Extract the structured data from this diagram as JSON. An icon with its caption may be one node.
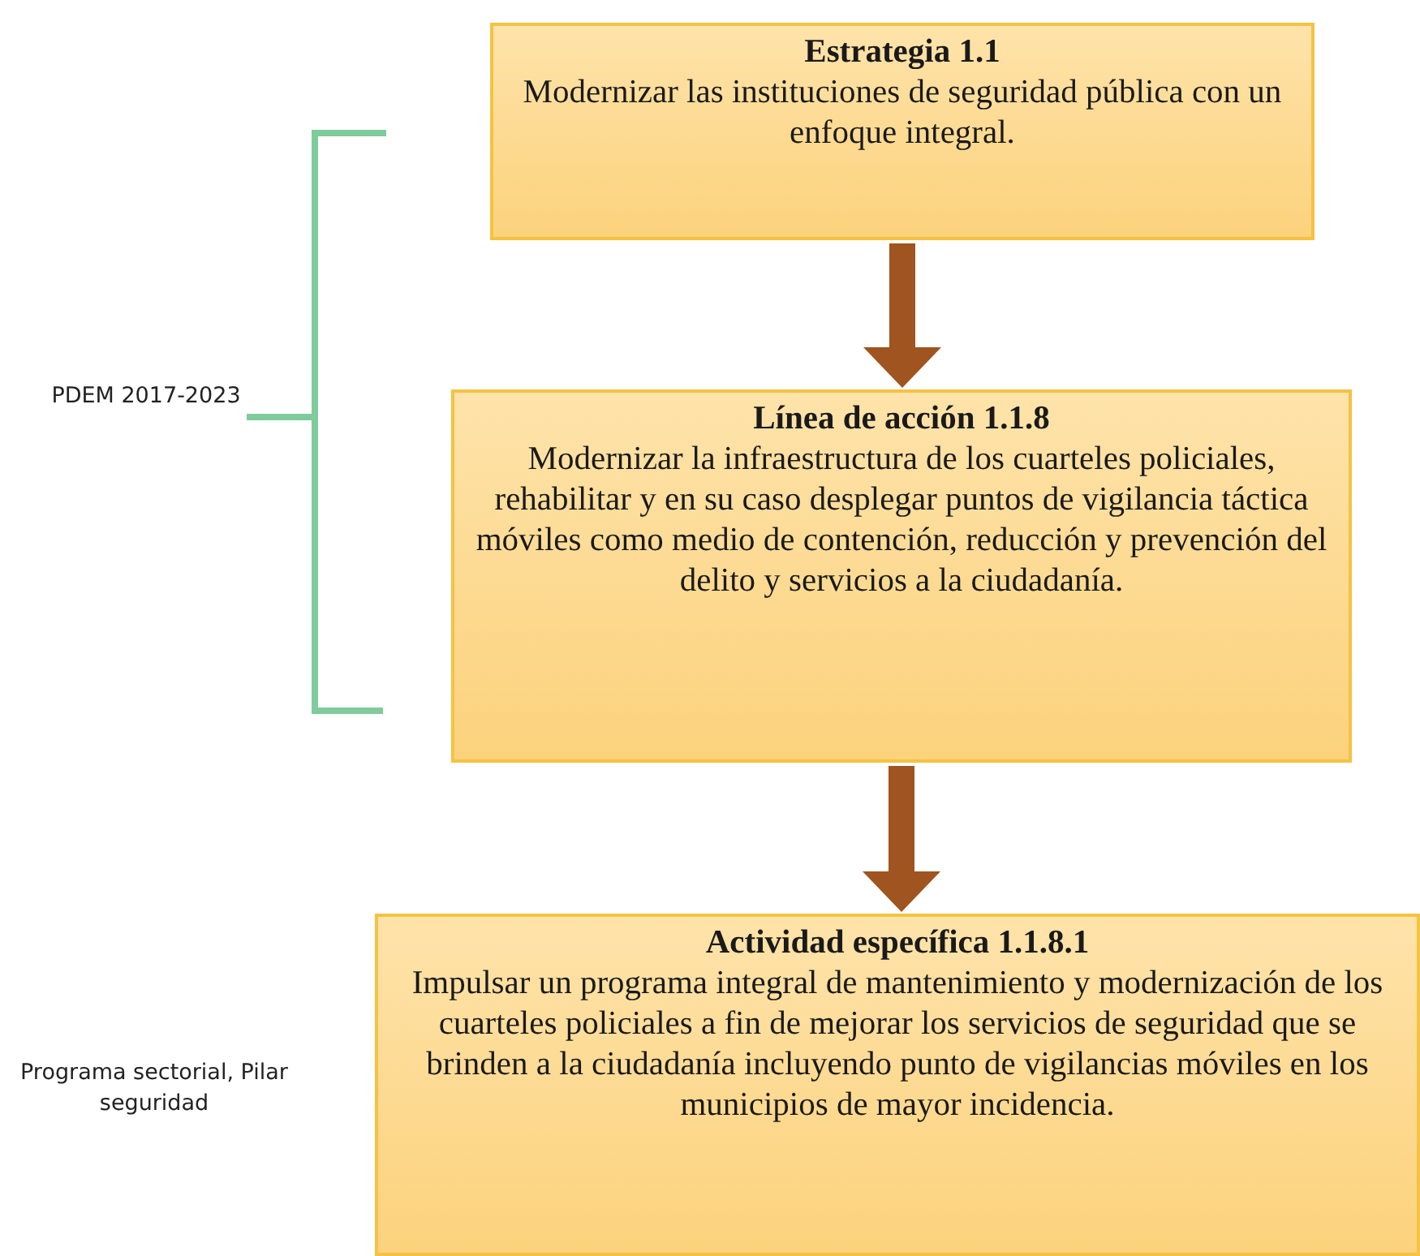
{
  "diagram": {
    "nodes": [
      {
        "text": [
          "Estrategia 1.1",
          "Modernizar las instituciones de seguridad pública con un enfoque integral."
        ]
      },
      {
        "text": [
          "Línea de acción 1.1.8",
          "Modernizar la infraestructura de los cuarteles policiales, rehabilitar y en su caso desplegar puntos de vigilancia táctica móviles como medio de contención, reducción y prevención del delito y servicios a la ciudadanía."
        ]
      },
      {
        "text": [
          "Actividad específica 1.1.8.1",
          "Impulsar un programa integral de mantenimiento y modernización de los cuarteles policiales a fin de mejorar los servicios de seguridad que se brinden a la ciudadanía incluyendo punto de vigilancias móviles en los municipios de mayor incidencia."
        ]
      }
    ],
    "edges": [
      {
        "from": 0,
        "to": 1,
        "arrow": "to"
      },
      {
        "from": 1,
        "to": 2,
        "arrow": "to"
      }
    ],
    "labels": [
      "PDEM 2017-2023",
      "Programa sectorial, Pilar seguridad"
    ]
  }
}
